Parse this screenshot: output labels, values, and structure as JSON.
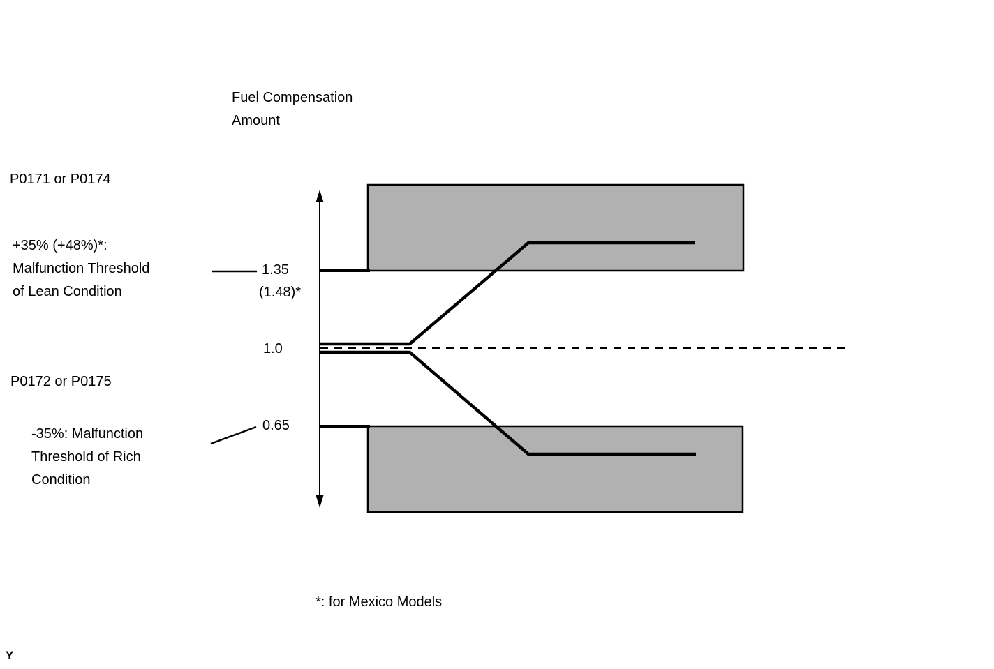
{
  "diagram": {
    "title": "Fuel Compensation\nAmount",
    "lean": {
      "codes": "P0171 or P0174",
      "threshold_label": "+35% (+48%)*:\nMalfunction Threshold\nof Lean Condition",
      "threshold_value": "1.35",
      "threshold_value_mexico": "(1.48)*"
    },
    "nominal_value": "1.0",
    "rich": {
      "codes": "P0172 or P0175",
      "threshold_label": "-35%: Malfunction\nThreshold of Rich\nCondition",
      "threshold_value": "0.65"
    },
    "footnote": "*: for Mexico Models",
    "page_marker": "Y",
    "colors": {
      "line": "#000000",
      "zone_fill": "#b1b1b1",
      "background": "#ffffff"
    }
  }
}
